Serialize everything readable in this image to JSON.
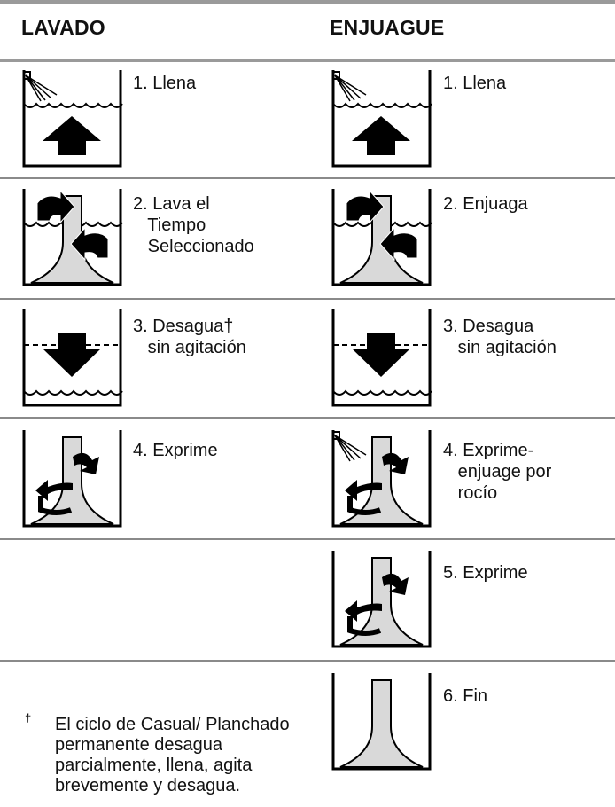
{
  "header": {
    "wash_title": "LAVADO",
    "rinse_title": "ENJUAGUE"
  },
  "wash_steps": [
    {
      "text": "1. Llena",
      "icon": "fill-arrow-up-icon"
    },
    {
      "text": "2. Lava el\n   Tiempo\n   Seleccionado",
      "icon": "agitate-icon"
    },
    {
      "text": "3. Desagua†\n   sin agitación",
      "icon": "drain-arrow-down-icon"
    },
    {
      "text": "4. Exprime",
      "icon": "spin-icon"
    }
  ],
  "rinse_steps": [
    {
      "text": "1. Llena",
      "icon": "fill-arrow-up-icon"
    },
    {
      "text": "2. Enjuaga",
      "icon": "agitate-icon"
    },
    {
      "text": "3. Desagua\n   sin agitación",
      "icon": "drain-arrow-down-icon"
    },
    {
      "text": "4. Exprime-\n   enjuage por\n   rocío",
      "icon": "spray-spin-icon"
    },
    {
      "text": "5. Exprime",
      "icon": "spin-icon"
    },
    {
      "text": "6. Fin",
      "icon": "end-agitator-icon"
    }
  ],
  "footnote": {
    "marker": "†",
    "text": "El ciclo de Casual/ Planchado permanente desagua parcialmente, llena, agita brevemente y desagua."
  },
  "colors": {
    "rule": "#8a8a8a",
    "agitator_fill": "#d9d9d9",
    "ink": "#000000"
  }
}
